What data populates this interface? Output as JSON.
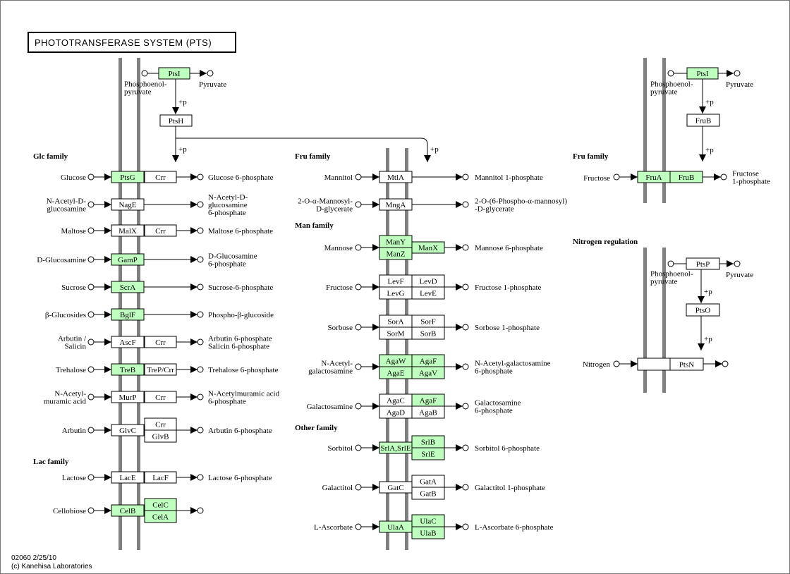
{
  "title": "PHOTOTRANSFERASE SYSTEM (PTS)",
  "footer": {
    "line1": "02060 2/25/10",
    "line2": "(c) Kanehisa Laboratories"
  },
  "colors": {
    "highlight": "#bfffbf",
    "plain": "#ffffff",
    "membrane": "#808080"
  },
  "families": {
    "glc": "Glc family",
    "lac": "Lac family",
    "fru1": "Fru family",
    "man": "Man family",
    "other": "Other family",
    "fru2": "Fru family",
    "nitro": "Nitrogen regulation"
  },
  "compounds": {
    "pep": "Phosphoenol-\npyruvate",
    "pyruvate": "Pyruvate",
    "plus_p": "+p",
    "glucose": "Glucose",
    "glucose6p": "Glucose 6-phosphate",
    "nacdglc": "N-Acetyl-D-\nglucosamine",
    "nacdglc6p": "N-Acetyl-D-\nglucosamine\n6-phosphate",
    "maltose": "Maltose",
    "maltose6p": "Maltose 6-phosphate",
    "dglcn": "D-Glucosamine",
    "dglcn6p": "D-Glucosamine\n6-phosphate",
    "sucrose": "Sucrose",
    "sucrose6p": "Sucrose-6-phosphate",
    "bglc": "β-Glucosides",
    "bglc6p": "Phospho-β-glucoside",
    "arbsal": "Arbutin /\nSalicin",
    "arbsal6p": "Arbutin 6-phosphate\nSalicin 6-phosphate",
    "trehalose": "Trehalose",
    "trehalose6p": "Trehalose 6-phosphate",
    "nacmur": "N-Acetyl-\nmuramic acid",
    "nacmur6p": "N-Acetylmuramic acid\n6-phosphate",
    "arbutin": "Arbutin",
    "arbutin6p": "Arbutin 6-phosphate",
    "lactose": "Lactose",
    "lactose6p": "Lactose 6-phosphate",
    "cellobiose": "Cellobiose",
    "mannitol": "Mannitol",
    "mannitol1p": "Mannitol 1-phosphate",
    "manglyc": "2-O-α-Mannosyl-\nD-glycerate",
    "manglyc6p": "2-O-(6-Phospho-α-mannosyl)\n-D-glycerate",
    "mannose": "Mannose",
    "mannose6p": "Mannose 6-phosphate",
    "fructose": "Fructose",
    "fructose1p": "Fructose 1-phosphate",
    "sorbose": "Sorbose",
    "sorbose1p": "Sorbose 1-phosphate",
    "nacgal": "N-Acetyl-\ngalactosamine",
    "nacgal6p": "N-Acetyl-galactosamine\n6-phosphate",
    "galn": "Galactosamine",
    "galn6p": "Galactosamine\n6-phosphate",
    "sorbitol": "Sorbitol",
    "sorbitol6p": "Sorbitol 6-phosphate",
    "galactitol": "Galactitol",
    "galactitol1p": "Galactitol 1-phosphate",
    "ascorbate": "L-Ascorbate",
    "ascorbate6p": "L-Ascorbate 6-phosphate",
    "fructose_r": "Fructose",
    "fructose1p_r": "Fructose\n1-phosphate",
    "nitrogen": "Nitrogen"
  },
  "genes": {
    "PtsI": "PtsI",
    "PtsH": "PtsH",
    "PtsG": "PtsG",
    "Crr": "Crr",
    "NagE": "NagE",
    "MalX": "MalX",
    "GamP": "GamP",
    "ScrA": "ScrA",
    "BglF": "BglF",
    "AscF": "AscF",
    "TreB": "TreB",
    "TrePCrr": "TreP/Crr",
    "MurP": "MurP",
    "GlvC": "GlvC",
    "GlvB": "GlvB",
    "LacE": "LacE",
    "LacF": "LacF",
    "CelB": "CelB",
    "CelC": "CelC",
    "CelA": "CelA",
    "MtlA": "MtlA",
    "MngA": "MngA",
    "ManY": "ManY",
    "ManZ": "ManZ",
    "ManX": "ManX",
    "LevF": "LevF",
    "LevD": "LevD",
    "LevG": "LevG",
    "LevE": "LevE",
    "SorA": "SorA",
    "SorF": "SorF",
    "SorM": "SorM",
    "SorB": "SorB",
    "AgaW": "AgaW",
    "AgaF": "AgaF",
    "AgaE": "AgaE",
    "AgaV": "AgaV",
    "AgaC": "AgaC",
    "AgaD": "AgaD",
    "AgaB": "AgaB",
    "SrlAE": "SrlA,SrlE",
    "SrlB": "SrlB",
    "SrlE": "SrlE",
    "GatC": "GatC",
    "GatA": "GatA",
    "GatB": "GatB",
    "UlaA": "UlaA",
    "UlaC": "UlaC",
    "UlaB": "UlaB",
    "FruB": "FruB",
    "FruA": "FruA",
    "PtsP": "PtsP",
    "PtsO": "PtsO",
    "PtsN": "PtsN"
  }
}
